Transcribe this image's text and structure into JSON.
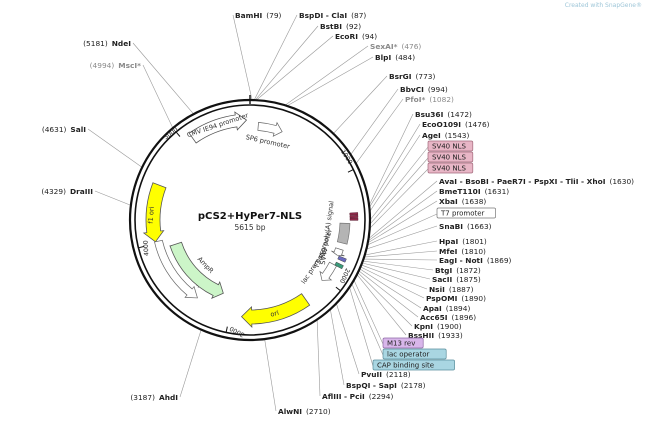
{
  "watermark": "Created with SnapGene®",
  "plasmid": {
    "name": "pCS2+HyPer7-NLS",
    "size": "5615 bp"
  },
  "ticks": [
    "1000",
    "2000",
    "3000",
    "4000",
    "5000"
  ],
  "sites": [
    {
      "name": "BamHI",
      "pos": "(79)",
      "grey": false,
      "ea": 1,
      "ex": 233,
      "ey": 18,
      "anchor": "start"
    },
    {
      "name": "BspDI - ClaI",
      "pos": "(87)",
      "grey": false,
      "ea": 2,
      "ex": 297,
      "ey": 18,
      "anchor": "start"
    },
    {
      "name": "BstBI",
      "pos": "(92)",
      "grey": false,
      "ea": 2.5,
      "ex": 318,
      "ey": 29,
      "anchor": "start"
    },
    {
      "name": "EcoRI",
      "pos": "(94)",
      "grey": false,
      "ea": 3,
      "ex": 333,
      "ey": 39,
      "anchor": "start"
    },
    {
      "name": "SexAI*",
      "pos": "(476)",
      "grey": true,
      "ea": 17,
      "ex": 368,
      "ey": 49,
      "anchor": "start"
    },
    {
      "name": "BlpI",
      "pos": "(484)",
      "grey": false,
      "ea": 18,
      "ex": 373,
      "ey": 60,
      "anchor": "start"
    },
    {
      "name": "BsrGI",
      "pos": "(773)",
      "grey": false,
      "ea": 44,
      "ex": 387,
      "ey": 79,
      "anchor": "start"
    },
    {
      "name": "BbvCI",
      "pos": "(994)",
      "grey": false,
      "ea": 57,
      "ex": 398,
      "ey": 92,
      "anchor": "start"
    },
    {
      "name": "PfoI*",
      "pos": "(1082)",
      "grey": true,
      "ea": 62,
      "ex": 403,
      "ey": 102,
      "anchor": "start"
    },
    {
      "name": "Bsu36I",
      "pos": "(1472)",
      "grey": false,
      "ea": 83,
      "ex": 413,
      "ey": 117,
      "anchor": "start"
    },
    {
      "name": "EcoO109I",
      "pos": "(1476)",
      "grey": false,
      "ea": 84,
      "ex": 420,
      "ey": 127,
      "anchor": "start"
    },
    {
      "name": "AgeI",
      "pos": "(1543)",
      "grey": false,
      "ea": 86,
      "ex": 420,
      "ey": 138,
      "anchor": "start"
    },
    {
      "name": "AvaI - BsoBI - PaeR7I - PspXI - TliI - XhoI",
      "pos": "(1630)",
      "grey": false,
      "ea": 99,
      "ex": 437,
      "ey": 184,
      "anchor": "start"
    },
    {
      "name": "BmeT110I",
      "pos": "(1631)",
      "grey": false,
      "ea": 100,
      "ex": 437,
      "ey": 194,
      "anchor": "start"
    },
    {
      "name": "XbaI",
      "pos": "(1638)",
      "grey": false,
      "ea": 101,
      "ex": 437,
      "ey": 204,
      "anchor": "start"
    },
    {
      "name": "SnaBI",
      "pos": "(1663)",
      "grey": false,
      "ea": 104,
      "ex": 437,
      "ey": 229,
      "anchor": "start"
    },
    {
      "name": "HpaI",
      "pos": "(1801)",
      "grey": false,
      "ea": 107,
      "ex": 437,
      "ey": 244,
      "anchor": "start"
    },
    {
      "name": "MfeI",
      "pos": "(1810)",
      "grey": false,
      "ea": 108,
      "ex": 437,
      "ey": 254,
      "anchor": "start"
    },
    {
      "name": "EagI - NotI",
      "pos": "(1869)",
      "grey": false,
      "ea": 109,
      "ex": 437,
      "ey": 263,
      "anchor": "start"
    },
    {
      "name": "BtgI",
      "pos": "(1872)",
      "grey": false,
      "ea": 110,
      "ex": 433,
      "ey": 273,
      "anchor": "start"
    },
    {
      "name": "SacII",
      "pos": "(1875)",
      "grey": false,
      "ea": 111,
      "ex": 430,
      "ey": 282,
      "anchor": "start"
    },
    {
      "name": "NsiI",
      "pos": "(1887)",
      "grey": false,
      "ea": 112,
      "ex": 427,
      "ey": 292,
      "anchor": "start"
    },
    {
      "name": "PspOMI",
      "pos": "(1890)",
      "grey": false,
      "ea": 113,
      "ex": 424,
      "ey": 301,
      "anchor": "start"
    },
    {
      "name": "ApaI",
      "pos": "(1894)",
      "grey": false,
      "ea": 114,
      "ex": 421,
      "ey": 311,
      "anchor": "start"
    },
    {
      "name": "Acc65I",
      "pos": "(1896)",
      "grey": false,
      "ea": 115,
      "ex": 418,
      "ey": 320,
      "anchor": "start"
    },
    {
      "name": "KpnI",
      "pos": "(1900)",
      "grey": false,
      "ea": 116,
      "ex": 412,
      "ey": 329,
      "anchor": "start"
    },
    {
      "name": "BssHII",
      "pos": "(1933)",
      "grey": false,
      "ea": 117,
      "ex": 406,
      "ey": 338,
      "anchor": "start"
    },
    {
      "name": "PvuII",
      "pos": "(2118)",
      "grey": false,
      "ea": 134,
      "ex": 359,
      "ey": 377,
      "anchor": "start"
    },
    {
      "name": "BspQI - SapI",
      "pos": "(2178)",
      "grey": false,
      "ea": 138,
      "ex": 344,
      "ey": 388,
      "anchor": "start"
    },
    {
      "name": "AflIII - PciI",
      "pos": "(2294)",
      "grey": false,
      "ea": 146,
      "ex": 320,
      "ey": 399,
      "anchor": "start"
    },
    {
      "name": "AlwNI",
      "pos": "(2710)",
      "grey": false,
      "ea": 173,
      "ex": 276,
      "ey": 414,
      "anchor": "start"
    },
    {
      "name": "AhdI",
      "pos": "(3187)",
      "grey": false,
      "ea": 204,
      "ex": 180,
      "ey": 400,
      "anchor": "end"
    },
    {
      "name": "DraIII",
      "pos": "(4329)",
      "grey": false,
      "ea": 277,
      "ex": 95,
      "ey": 194,
      "anchor": "end"
    },
    {
      "name": "SalI",
      "pos": "(4631)",
      "grey": false,
      "ea": 296,
      "ex": 88,
      "ey": 132,
      "anchor": "end"
    },
    {
      "name": "MscI*",
      "pos": "(4994)",
      "grey": true,
      "ea": 320,
      "ex": 143,
      "ey": 68,
      "anchor": "end"
    },
    {
      "name": "NdeI",
      "pos": "(5181)",
      "grey": false,
      "ea": 332,
      "ex": 133,
      "ey": 46,
      "anchor": "end"
    }
  ],
  "feature_boxes": [
    {
      "label": "SV40 NLS",
      "fill": "#e8b6c6",
      "stroke": "#a36a7c",
      "ex": 428,
      "ey": 147,
      "ea": 90
    },
    {
      "label": "SV40 NLS",
      "fill": "#e8b6c6",
      "stroke": "#a36a7c",
      "ex": 428,
      "ey": 158,
      "ea": 92
    },
    {
      "label": "SV40 NLS",
      "fill": "#e8b6c6",
      "stroke": "#a36a7c",
      "ex": 428,
      "ey": 169,
      "ea": 94
    },
    {
      "label": "T7 promoter",
      "fill": "#ffffff",
      "stroke": "#777777",
      "ex": 437,
      "ey": 214,
      "ea": 102
    },
    {
      "label": "M13 rev",
      "fill": "#d8b6ea",
      "stroke": "#8f6aa6",
      "ex": 383,
      "ey": 344,
      "ea": 120
    },
    {
      "label": "lac operator",
      "fill": "#a9d6e2",
      "stroke": "#5a8e9c",
      "ex": 383,
      "ey": 355,
      "ea": 122
    },
    {
      "label": "CAP binding site",
      "fill": "#a9d6e2",
      "stroke": "#5a8e9c",
      "ex": 373,
      "ey": 366,
      "ea": 124
    }
  ],
  "features": [
    {
      "name": "SP6 promoter",
      "type": "promoter",
      "start": 5,
      "end": 20,
      "color": "#ffffff"
    },
    {
      "name": "CMV IE94 promoter",
      "type": "arrow",
      "start": 325,
      "end": 358,
      "color": "#ffffff"
    },
    {
      "name": "f1 ori",
      "type": "arrow",
      "start": 257,
      "end": 291,
      "color": "#ffff00"
    },
    {
      "name": "AmpR promoter",
      "type": "promoter",
      "start": 214,
      "end": 257,
      "color": "#ffffff"
    },
    {
      "name": "AmpR",
      "type": "arrow",
      "start": 200,
      "end": 252,
      "color": "#ccf5c8"
    },
    {
      "name": "ori",
      "type": "arrow",
      "start": 145,
      "end": 185,
      "color": "#ffff00"
    },
    {
      "name": "lac promoter",
      "type": "promoter",
      "start": 118,
      "end": 130,
      "color": "#ffffff"
    },
    {
      "name": "T3 promoter",
      "type": "promoter",
      "start": 108,
      "end": 112,
      "color": "#ffffff"
    },
    {
      "name": "SV40 poly(A) signal",
      "type": "box",
      "start": 92,
      "end": 104,
      "color": "#b4b4b4"
    }
  ]
}
